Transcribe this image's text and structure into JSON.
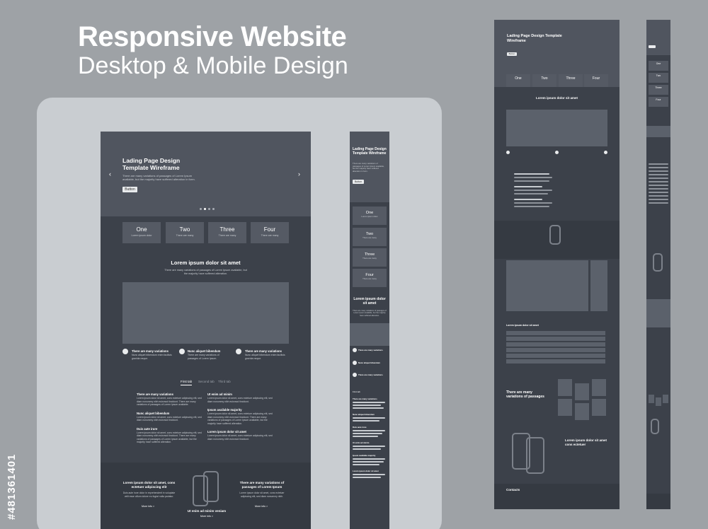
{
  "header": {
    "title": "Responsive Website",
    "subtitle": "Desktop & Mobile Design"
  },
  "watermark": {
    "stock_id": "#481361401"
  },
  "hero": {
    "title": "Lading Page Design Template Wireframe",
    "text": "There are many variations of passages of Lorem Ipsum available, but the majority have suffered alteration in form.",
    "button": "Button"
  },
  "cards": [
    {
      "label": "One",
      "sub": "Lorem ipsum dolor"
    },
    {
      "label": "Two",
      "sub": "There are many"
    },
    {
      "label": "Three",
      "sub": "There are many"
    },
    {
      "label": "Four",
      "sub": "There are many"
    }
  ],
  "section": {
    "title": "Lorem ipsum dolor sit amet",
    "text": "There are many variations of passages of Lorem Ipsum available, but the majority have suffered alteration."
  },
  "features": [
    {
      "title": "There are many variations",
      "text": "Nunc aliquet bibendum enim facilisis gravida neque."
    },
    {
      "title": "Nunc aliquet bibendum",
      "text": "There are many variations of passages of Lorem Ipsum."
    },
    {
      "title": "There are many variations",
      "text": "Nunc aliquet bibendum enim facilisis gravida neque."
    }
  ],
  "tabs": [
    "First tab",
    "Second tab",
    "Third tab"
  ],
  "tab_content": {
    "left": [
      {
        "title": "There are many variations",
        "text": "Lorem ipsum dolor sit amet, cons ectetuer adipiscing elit, sed diam nonummy nibh euismod tincidunt. There are many variations of passages of Lorem Ipsum available."
      },
      {
        "title": "Nunc aliquet bibendum",
        "text": "Lorem ipsum dolor sit amet, cons ectetuer adipiscing elit, sed diam nonummy nibh euismod tincidunt."
      },
      {
        "title": "Duis aute irure",
        "text": "Lorem ipsum dolor sit amet, cons ectetuer adipiscing elit, sed diam nonummy nibh euismod tincidunt. There are many variations of passages of Lorem Ipsum available, but the majority have suffered alteration."
      }
    ],
    "right": [
      {
        "title": "Ut enim ad minim",
        "text": "Lorem ipsum dolor sit amet, cons ectetuer adipiscing elit, sed diam nonummy nibh euismod tincidunt."
      },
      {
        "title": "Ipsum available majority",
        "text": "Lorem ipsum dolor sit amet, cons ectetuer adipiscing elit, sed diam nonummy nibh euismod tincidunt. There are many variations of passages of Lorem Ipsum available, but the majority have suffered alteration."
      },
      {
        "title": "Lorem ipsum dolor sit amet",
        "text": "Lorem ipsum dolor sit amet, cons ectetuer adipiscing elit, sed diam nonummy nibh euismod tincidunt."
      }
    ]
  },
  "footer_promo": {
    "left_title": "Lorem ipsum dolor sit amet, cons ectetuer adipiscing elit",
    "left_text": "Duis aute irure dolor in reprehenderit in voluptate velit esse cillum dolore eu fugiat nulla pariatur.",
    "left_link": "More info >",
    "center_caption": "Ut enim ad minim veniam",
    "center_link": "More info >",
    "right_title": "There are many variations of passages of Lorem Ipsum",
    "right_text": "Lorem ipsum dolor sit amet, cons ectetuer adipiscing elit, sed diam nonummy nibh.",
    "right_link": "More info >"
  },
  "tablet": {
    "table_title": "Lorem ipsum dolor sit amet",
    "gallery_title": "There are many variations of passages",
    "phones_title": "Lorem ipsum dolor sit amet cons ectetuer",
    "contacts": "Contacts"
  }
}
